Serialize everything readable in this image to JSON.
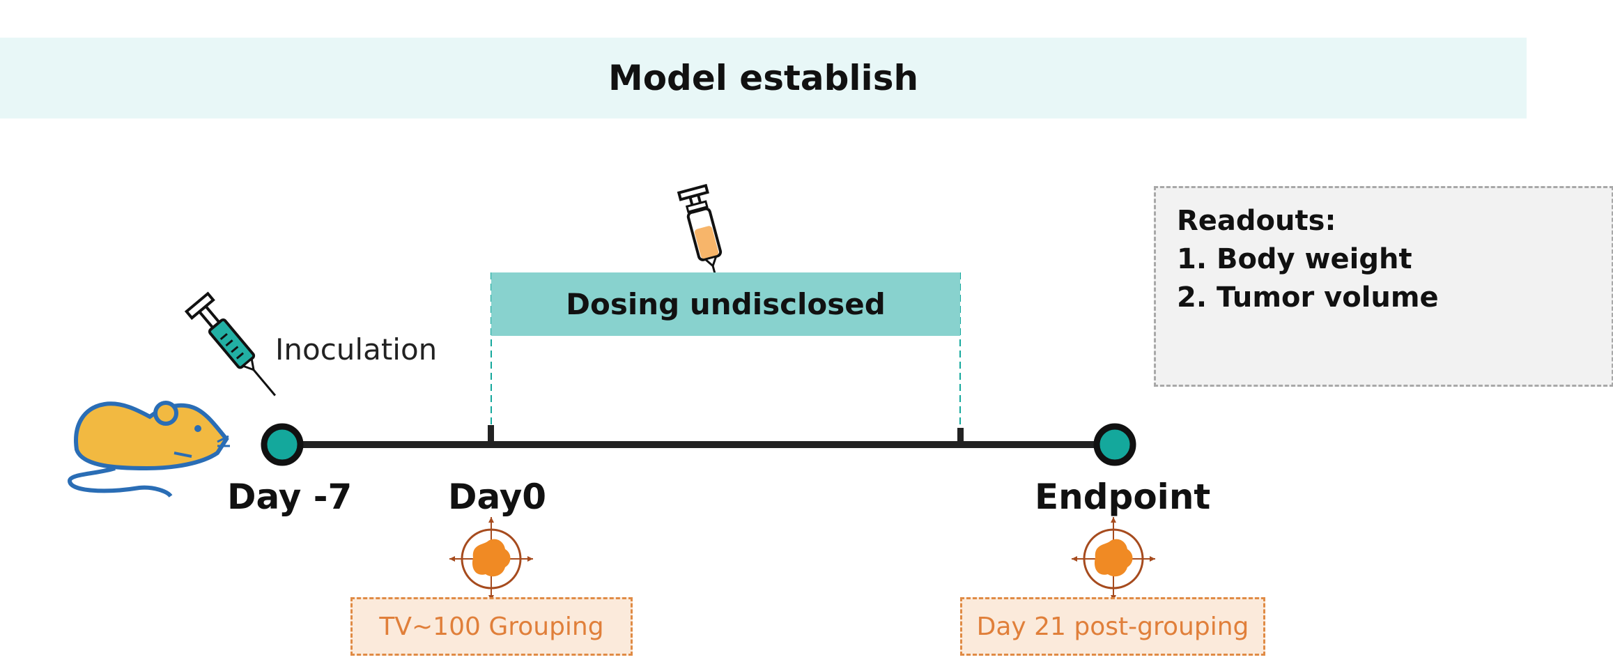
{
  "banner": {
    "title": "Model establish"
  },
  "readouts": {
    "heading": "Readouts:",
    "items": [
      "1. Body weight",
      "2. Tumor volume"
    ]
  },
  "dosing": {
    "label": "Dosing undisclosed"
  },
  "inoculation": {
    "label": "Inoculation"
  },
  "timeline": {
    "points": [
      {
        "label": "Day -7"
      },
      {
        "label": "Day0"
      },
      {
        "label": "Endpoint"
      }
    ]
  },
  "tags": {
    "grouping": "TV~100 Grouping",
    "post_grouping": "Day 21 post-grouping"
  },
  "colors": {
    "teal": "#14a89c",
    "dosing_bar": "#88d2ce",
    "banner_bg": "#e8f7f7",
    "orange": "#e08b45",
    "mouse_body": "#f2b941",
    "mouse_outline": "#2a6db5"
  },
  "icons": [
    "mouse-icon",
    "syringe-teal-icon",
    "syringe-orange-icon",
    "tumor-target-icon"
  ]
}
